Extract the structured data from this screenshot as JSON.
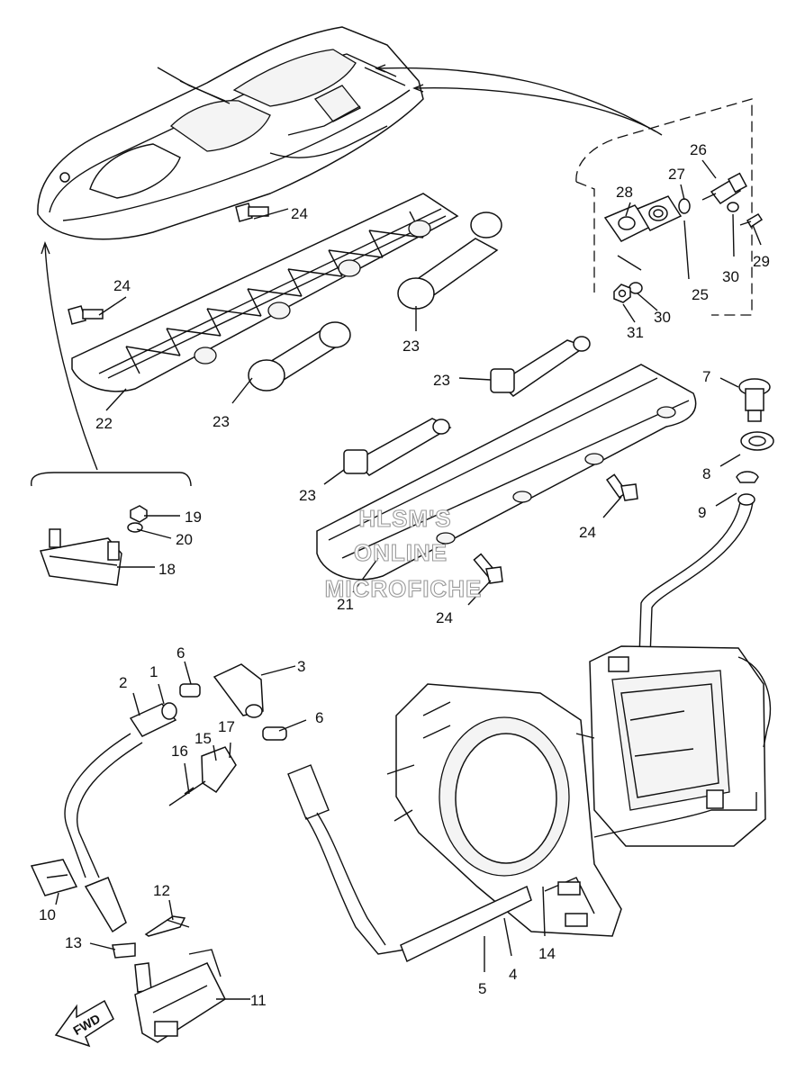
{
  "watermark": {
    "line1": "HLSM'S",
    "line2": "ONLINE",
    "line3": "MICROFICHE"
  },
  "arrow_label": "FWD",
  "callouts": {
    "c1": "1",
    "c2": "2",
    "c3": "3",
    "c4": "4",
    "c5": "5",
    "c6a": "6",
    "c6b": "6",
    "c7": "7",
    "c8": "8",
    "c9": "9",
    "c10": "10",
    "c11": "11",
    "c12": "12",
    "c13": "13",
    "c14": "14",
    "c15": "15",
    "c16": "16",
    "c17": "17",
    "c18": "18",
    "c19": "19",
    "c20": "20",
    "c21": "21",
    "c22": "22",
    "c23a": "23",
    "c23b": "23",
    "c23c": "23",
    "c23d": "23",
    "c24a": "24",
    "c24b": "24",
    "c24c": "24",
    "c24d": "24",
    "c25": "25",
    "c26": "26",
    "c27": "27",
    "c28": "28",
    "c29": "29",
    "c30a": "30",
    "c30b": "30",
    "c31": "31"
  }
}
